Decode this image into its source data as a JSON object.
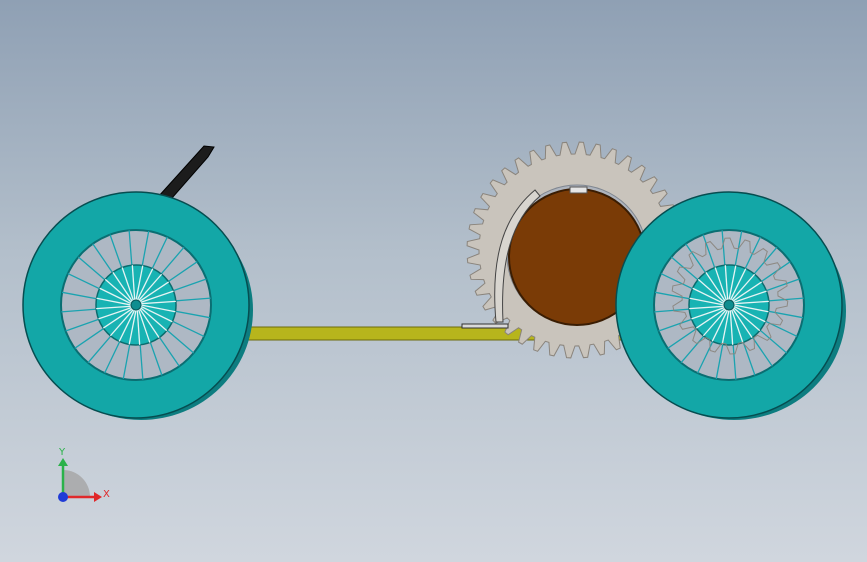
{
  "viewport": {
    "background_top": "#8fa0b4",
    "background_bottom": "#d0d6de"
  },
  "colors": {
    "tire": "#13a7a7",
    "tire_dark": "#0d7d80",
    "spoke": "#1aa3b0",
    "hub": "#18b3b3",
    "chassis": "#b7b51c",
    "chassis_edge": "#6d6b0d",
    "gear": "#c9c4bc",
    "gear_edge": "#8a847c",
    "motor": "#7a3b06",
    "motor_edge": "#3a1d03",
    "lever": "#1c1c1c"
  },
  "model": {
    "front_wheel_spokes": 24,
    "rear_wheel_spokes": 24,
    "large_gear_teeth": 40,
    "small_gear_teeth": 18
  },
  "triad": {
    "x_label": "X",
    "y_label": "Y",
    "x_color": "#e0282a",
    "y_color": "#2bb24a",
    "z_color": "#1f3bd6"
  }
}
